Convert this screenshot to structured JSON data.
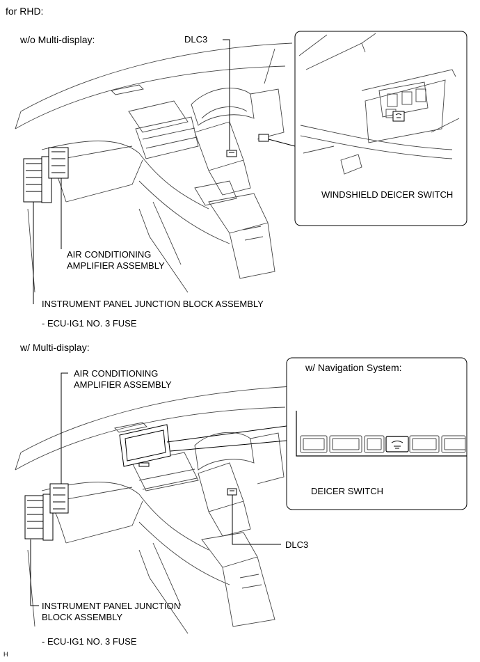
{
  "heading": "for RHD:",
  "section_without": {
    "title": "w/o Multi-display:",
    "dlc3": "DLC3",
    "switch": "WINDSHIELD DEICER SWITCH",
    "amp_line1": "AIR CONDITIONING",
    "amp_line2": "AMPLIFIER ASSEMBLY",
    "jb": "INSTRUMENT PANEL JUNCTION BLOCK ASSEMBLY",
    "fuse": "- ECU-IG1 NO. 3 FUSE"
  },
  "section_with": {
    "title": "w/ Multi-display:",
    "amp_line1": "AIR CONDITIONING",
    "amp_line2": "AMPLIFIER ASSEMBLY",
    "nav_title": "w/ Navigation System:",
    "switch": "DEICER SWITCH",
    "dlc3": "DLC3",
    "jb_line1": "INSTRUMENT PANEL JUNCTION",
    "jb_line2": "BLOCK ASSEMBLY",
    "fuse": "- ECU-IG1 NO. 3 FUSE"
  },
  "footer_code": "H"
}
